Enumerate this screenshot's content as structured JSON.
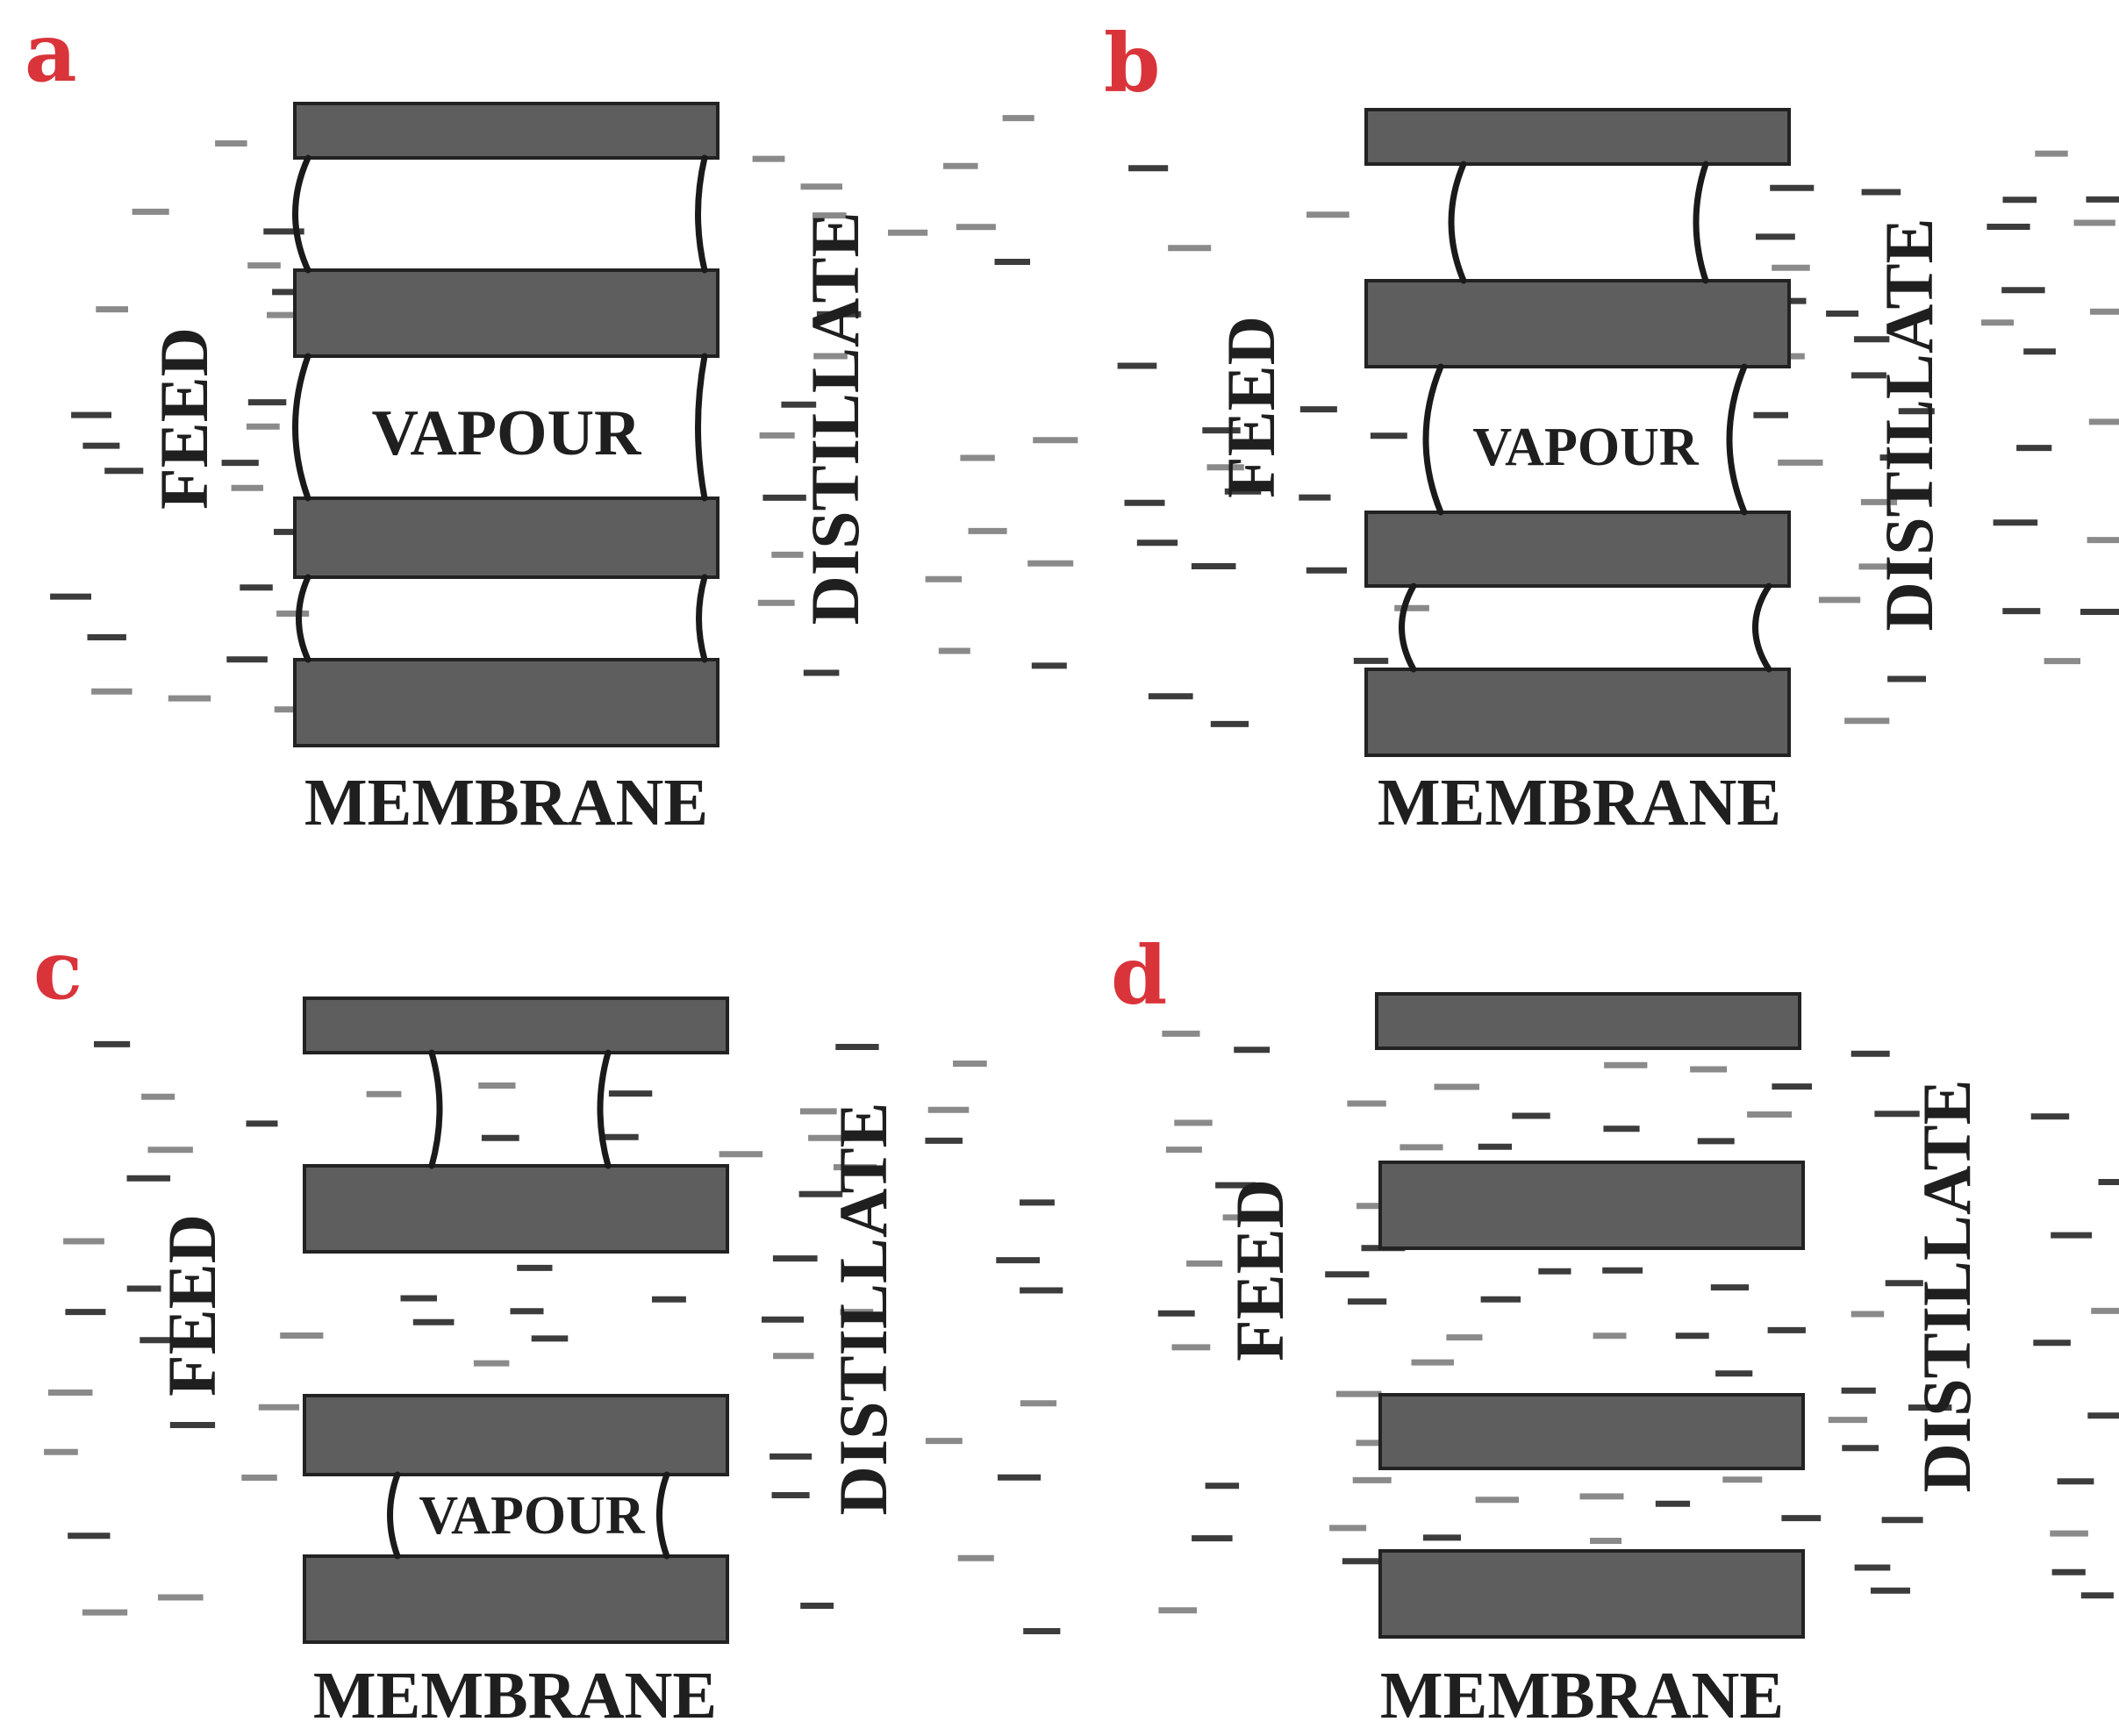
{
  "colors": {
    "panel_letter": "#d9343a",
    "membrane_bar": "#5e5e5e",
    "dash_dark": "#3c3c3c",
    "dash_light": "#8a8a8a",
    "text": "#1f1f1f"
  },
  "panels": [
    {
      "id": "a",
      "letter": "a",
      "feed": "FEED",
      "distillate": "DISTILLATE",
      "membrane": "MEMBRANE",
      "vapour": "VAPOUR"
    },
    {
      "id": "b",
      "letter": "b",
      "feed": "FEED",
      "distillate": "DISTILLATE",
      "membrane": "MEMBRANE",
      "vapour": "VAPOUR"
    },
    {
      "id": "c",
      "letter": "c",
      "feed": "FEED",
      "distillate": "DISTILLATE",
      "membrane": "MEMBRANE",
      "vapour": "VAPOUR"
    },
    {
      "id": "d",
      "letter": "d",
      "feed": "FEED",
      "distillate": "DISTILLATE",
      "membrane": "MEMBRANE"
    }
  ]
}
